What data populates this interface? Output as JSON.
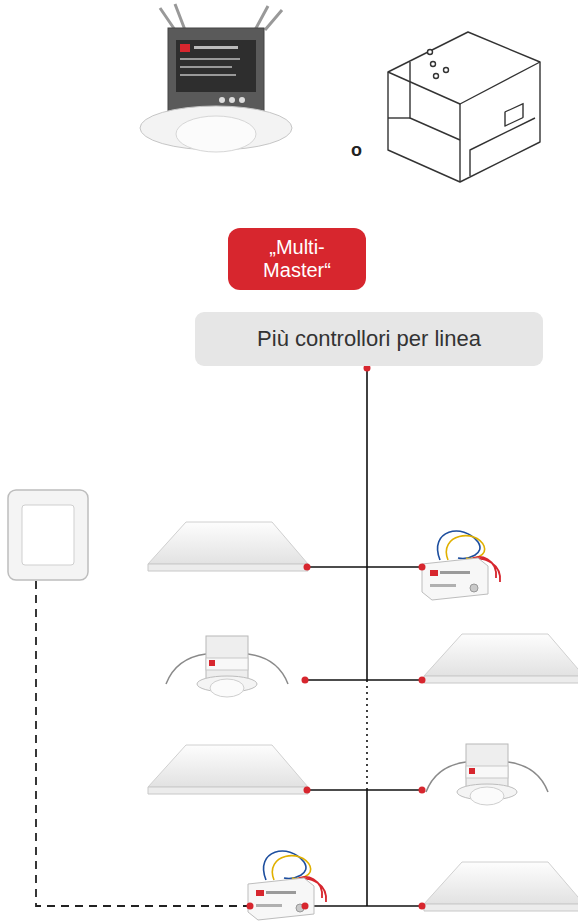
{
  "diagram": {
    "nodes": [
      {
        "text": [
          "„Multi- Master“"
        ]
      },
      {
        "text": [
          "Più controllori per linea"
        ]
      }
    ],
    "labels": [
      "o"
    ]
  }
}
